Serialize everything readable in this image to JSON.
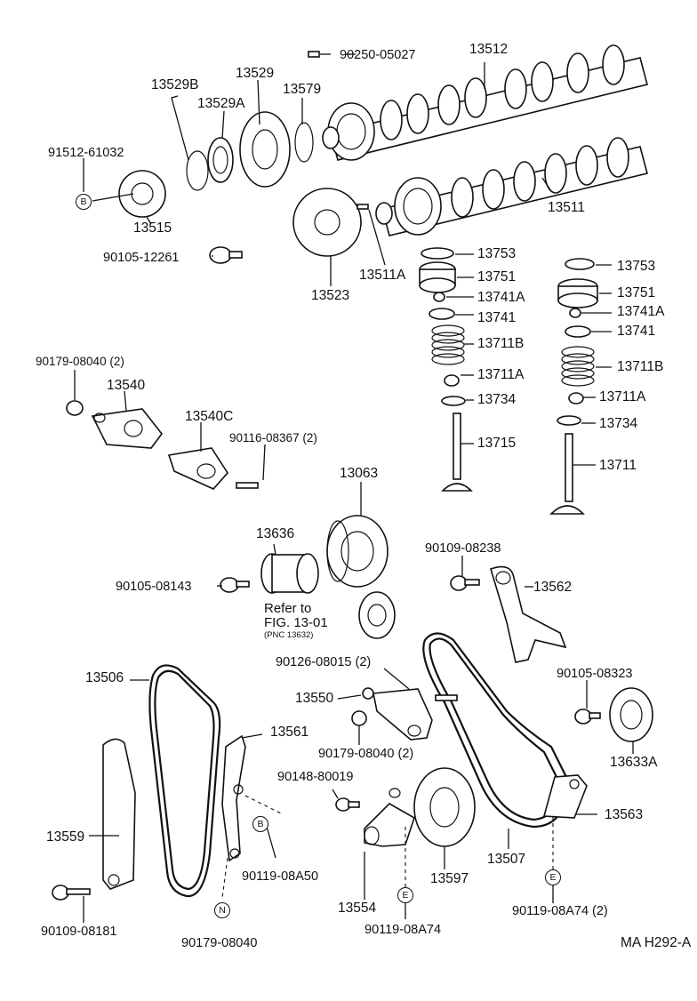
{
  "labels": {
    "p90250": "90250-05027",
    "p13512": "13512",
    "p13529B": "13529B",
    "p13529": "13529",
    "p13579": "13579",
    "p13529A": "13529A",
    "p91512": "91512-61032",
    "p13515": "13515",
    "p13511": "13511",
    "p90105_12261": "90105-12261",
    "p13523": "13523",
    "p13511A": "13511A",
    "p13753_a": "13753",
    "p13751_a": "13751",
    "p13741A_a": "13741A",
    "p13741_a": "13741",
    "p13711B_a": "13711B",
    "p13711A_a": "13711A",
    "p13734_a": "13734",
    "p13715": "13715",
    "p13753_b": "13753",
    "p13751_b": "13751",
    "p13741A_b": "13741A",
    "p13741_b": "13741",
    "p13711B_b": "13711B",
    "p13711A_b": "13711A",
    "p13734_b": "13734",
    "p13711": "13711",
    "p90179_2": "90179-08040 (2)",
    "p13540": "13540",
    "p13540C": "13540C",
    "p90116": "90116-08367 (2)",
    "p13063": "13063",
    "p13636": "13636",
    "p90105_08143": "90105-08143",
    "p90109_08238": "90109-08238",
    "p13562": "13562",
    "refer_line1": "Refer to",
    "refer_line2": "FIG. 13-01",
    "refer_pnc": "(PNC 13632)",
    "p13506": "13506",
    "p90126": "90126-08015 (2)",
    "p90105_08323": "90105-08323",
    "p13550": "13550",
    "p13561": "13561",
    "p90179_08040_2": "90179-08040 (2)",
    "p13633A": "13633A",
    "p90148": "90148-80019",
    "p13563": "13563",
    "p13559": "13559",
    "p90119_08A50": "90119-08A50",
    "p13507": "13507",
    "p13597": "13597",
    "p13554": "13554",
    "p90109_08181": "90109-08181",
    "p90119_08A74_2": "90119-08A74 (2)",
    "p90119_08A74": "90119-08A74",
    "p90179_08040": "90179-08040",
    "drawing_code": "MA H292-A"
  },
  "callouts": {
    "b1": "B",
    "b2": "B",
    "e1": "E",
    "e2": "E",
    "n1": "N"
  }
}
